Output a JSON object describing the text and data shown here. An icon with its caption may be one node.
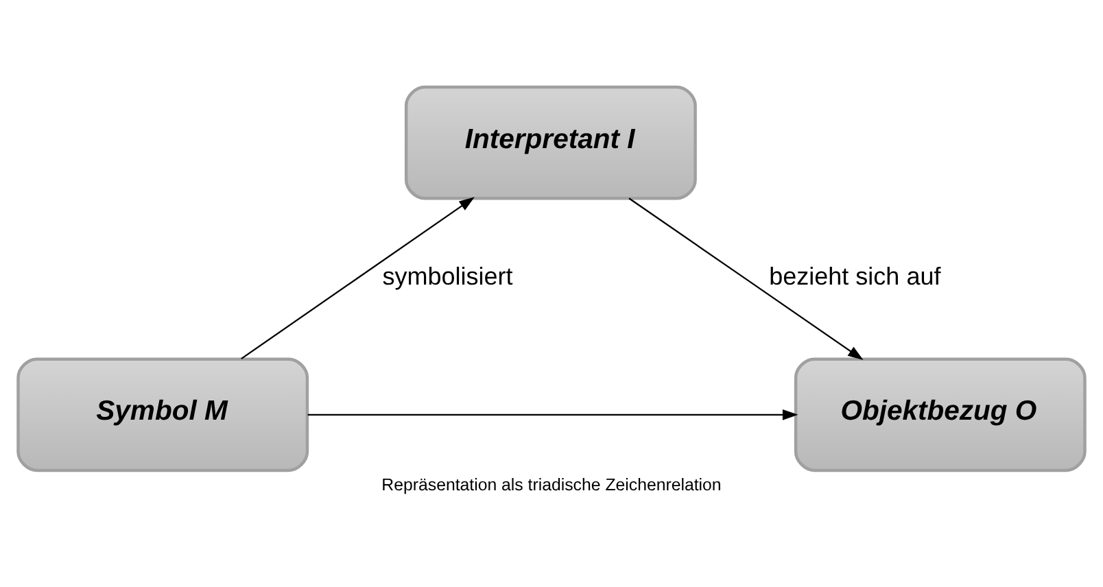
{
  "diagram": {
    "caption": "Repräsentation als triadische Zeichenrelation",
    "nodes": [
      {
        "text": [
          "Interpretant I"
        ]
      },
      {
        "text": [
          "Symbol M"
        ]
      },
      {
        "text": [
          "Objektbezug O"
        ]
      }
    ],
    "edges": [
      {
        "from": 1,
        "to": 0,
        "arrow": "to",
        "label": "symbolisiert"
      },
      {
        "from": 0,
        "to": 2,
        "arrow": "to",
        "label": "bezieht sich auf"
      },
      {
        "from": 1,
        "to": 2,
        "arrow": "to"
      }
    ]
  }
}
